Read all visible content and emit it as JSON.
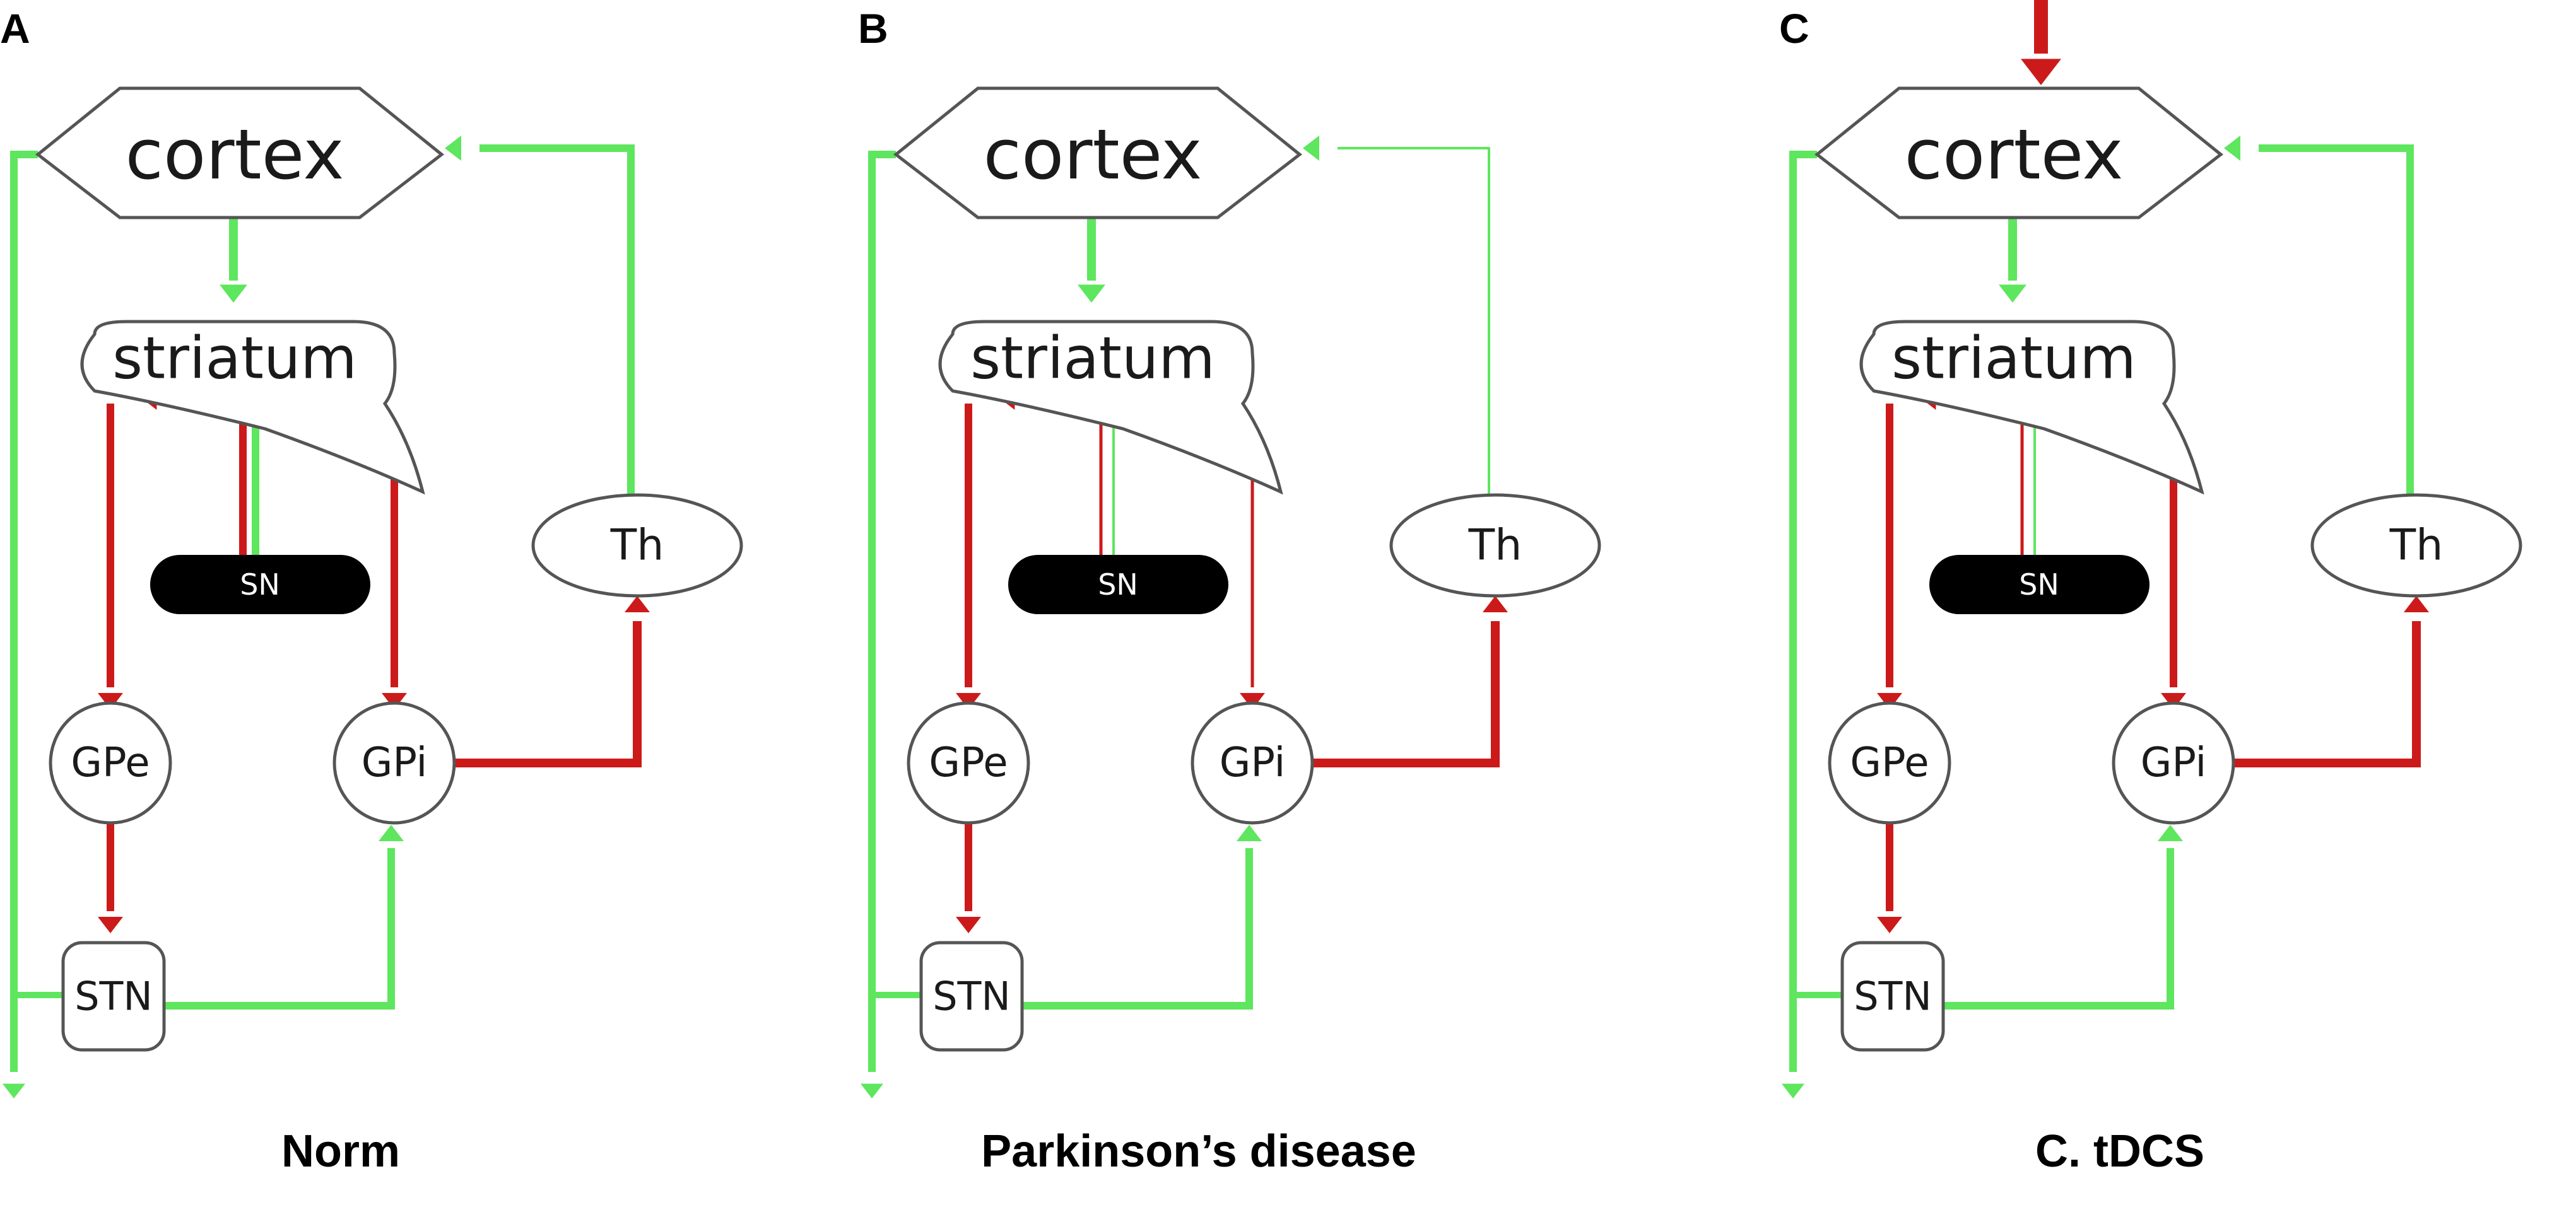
{
  "colors": {
    "excitatory": "#5ee65e",
    "inhibitory": "#cc1a1a",
    "node_stroke": "#555555",
    "sn_fill": "#000000"
  },
  "nodes": {
    "cortex": "cortex",
    "striatum": "striatum",
    "sn": "SN",
    "th": "Th",
    "gpe": "GPe",
    "gpi": "GPi",
    "stn": "STN"
  },
  "panels": [
    {
      "letter": "A",
      "caption": "Norm",
      "stimulation_arrow": false,
      "widths": {
        "red_sn_striatum": 12,
        "green_sn_striatum": 12,
        "green_th_cortex": 12,
        "red_str_gpi": 12
      }
    },
    {
      "letter": "B",
      "caption": "Parkinson’s disease",
      "stimulation_arrow": false,
      "widths": {
        "red_sn_striatum": 5,
        "green_sn_striatum": 4,
        "green_th_cortex": 4,
        "red_str_gpi": 5
      }
    },
    {
      "letter": "C",
      "caption": "C. tDCS",
      "stimulation_arrow": true,
      "widths": {
        "red_sn_striatum": 5,
        "green_sn_striatum": 4,
        "green_th_cortex": 12,
        "red_str_gpi": 12
      }
    }
  ]
}
